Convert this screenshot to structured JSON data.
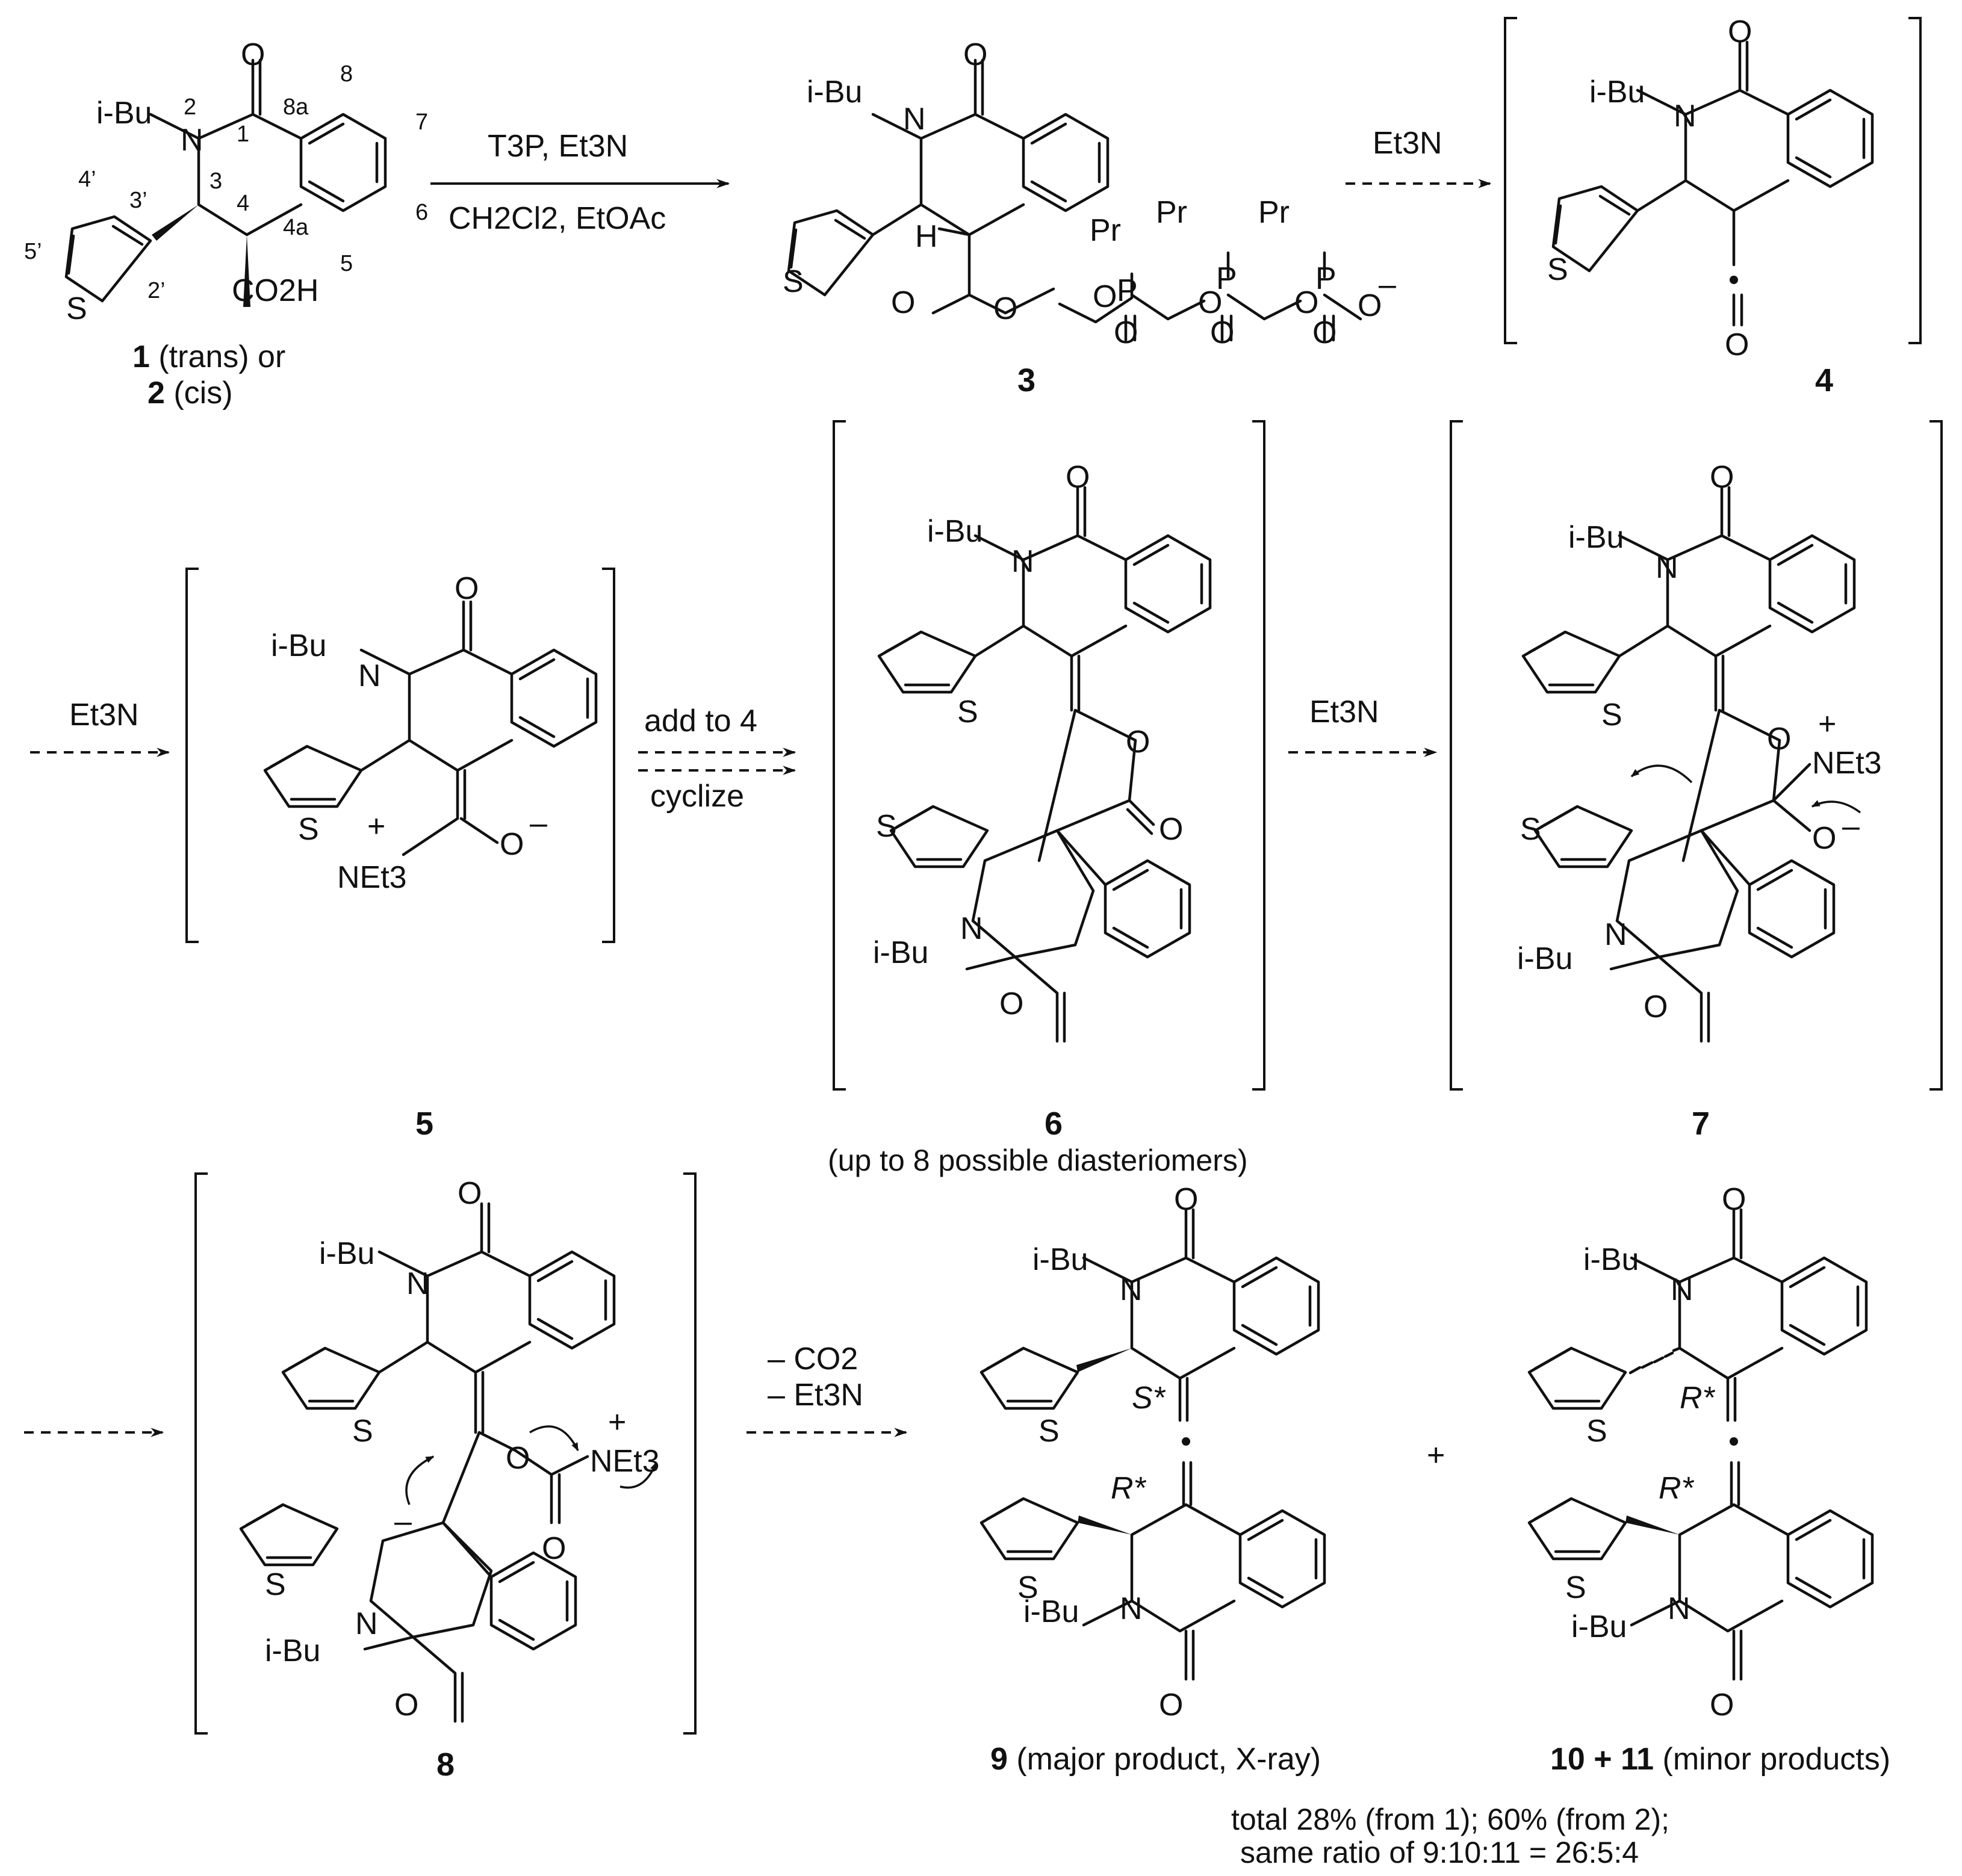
{
  "conditions": {
    "step1_line1": "T3P, Et3N",
    "step1_line2": "CH2Cl2, EtOAc",
    "step2": "Et3N",
    "step3": "Et3N",
    "step4_line1": "add to 4",
    "step4_line2": "cyclize",
    "step5": "Et3N",
    "step6_line1": "– CO2",
    "step6_line2": "– Et3N"
  },
  "compounds": {
    "c1": {
      "label": "1",
      "suffix": " (trans) or"
    },
    "c2": {
      "label": "2",
      "suffix": " (cis)"
    },
    "c3": {
      "label": "3"
    },
    "c4": {
      "label": "4"
    },
    "c5": {
      "label": "5"
    },
    "c6": {
      "label": "6",
      "note": "(up to 8 possible diasteriomers)"
    },
    "c7": {
      "label": "7"
    },
    "c8": {
      "label": "8"
    },
    "c9": {
      "label": "9",
      "note": " (major product, X-ray)"
    },
    "c10_11": {
      "label": "10 + 11",
      "note": " (minor products)"
    }
  },
  "numbering": [
    "1",
    "2",
    "3",
    "4",
    "4a",
    "5",
    "6",
    "7",
    "8",
    "8a",
    "2’",
    "3’",
    "4’",
    "5’"
  ],
  "stereo": {
    "s9_top": "S*",
    "s9_bottom": "R*",
    "s10_top": "R*",
    "s10_bottom": "R*"
  },
  "atoms": {
    "ibu": "i-Bu",
    "n": "N",
    "o": "O",
    "s": "S",
    "pr": "Pr",
    "p": "P",
    "h": "H",
    "net3": "NEt3",
    "co2h": "CO2H",
    "plus": "+",
    "minus": "–"
  },
  "summary": {
    "line1": "total 28% (from 1); 60% (from 2);",
    "line2": "same ratio of 9:10:11 = 26:5:4"
  }
}
